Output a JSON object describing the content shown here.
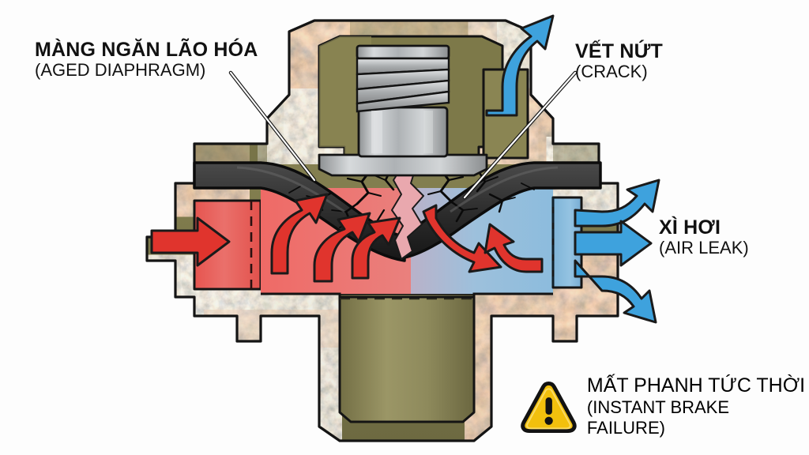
{
  "background_color": "#fdfdfd",
  "labels": {
    "aged_diaphragm": {
      "primary": "MÀNG NGĂN LÃO HÓA",
      "secondary": "(AGED DIAPHRAGM)"
    },
    "crack": {
      "primary": "VẾT NỨT",
      "secondary": "(CRACK)"
    },
    "air_leak": {
      "primary": "XÌ HƠI",
      "secondary": "(AIR LEAK)"
    },
    "brake_failure": {
      "primary": "MẤT PHANH TỨC THỜI",
      "secondary": "(INSTANT BRAKE FAILURE)"
    }
  },
  "icons": {
    "warning_triangle": "warning-triangle-icon",
    "exclamation": "exclamation-mark"
  },
  "colors": {
    "warning_yellow": "#f2c00d",
    "warning_outline": "#121212",
    "text": "#111111",
    "pressure_red": "#e03a34",
    "leak_blue": "#3ea2dd",
    "diaphragm_black": "#2c2c2c",
    "rust_orange": "#a3541f",
    "body_olive": "#8c8757",
    "metal_gray": "#b7b9bb",
    "chamber_red": "#e8615d",
    "chamber_blue": "#8fbedd"
  },
  "diagram": {
    "title": "Aged brake valve diaphragm cross-section",
    "components": [
      {
        "name": "valve-body",
        "description": "rusty cast housing cross-section"
      },
      {
        "name": "spring-chamber",
        "description": "upper chamber with coil spring"
      },
      {
        "name": "coil-spring",
        "description": "compression spring"
      },
      {
        "name": "piston",
        "description": "gray metal piston and flange plate"
      },
      {
        "name": "diaphragm",
        "description": "black rubber diaphragm, cracked"
      },
      {
        "name": "crack-tear",
        "description": "jagged tear through diaphragm center"
      },
      {
        "name": "inlet-chamber",
        "description": "left pressurized chamber (red)"
      },
      {
        "name": "outlet-chamber",
        "description": "right chamber (blue)"
      },
      {
        "name": "bottom-port",
        "description": "lower delivery port"
      },
      {
        "name": "vent-port",
        "description": "upper right exhaust port"
      }
    ],
    "flow_arrows": {
      "pressure_inlet": 1,
      "pressure_internal": 5,
      "leak_out_right": 3,
      "leak_out_top": 1
    }
  }
}
